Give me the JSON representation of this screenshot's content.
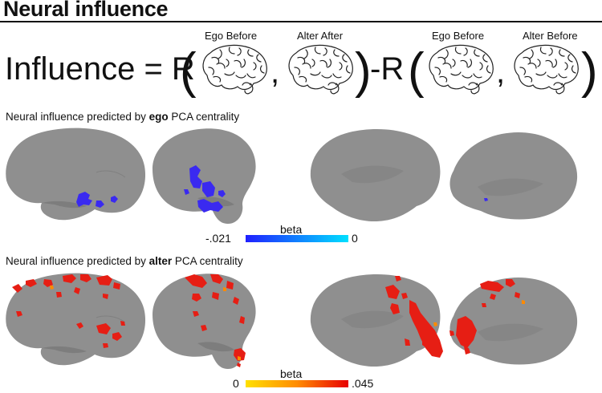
{
  "title": "Neural influence",
  "formula": {
    "lhs": "Influence = R",
    "open_paren": "(",
    "close_paren": ")",
    "minus": "-R",
    "comma": ",",
    "terms": [
      {
        "label": "Ego Before"
      },
      {
        "label": "Alter After"
      },
      {
        "label": "Ego Before"
      },
      {
        "label": "Alter Before"
      }
    ]
  },
  "sections": [
    {
      "prefix": "Neural influence predicted by ",
      "bold": "ego",
      "suffix": " PCA centrality",
      "colorbar": {
        "label": "beta",
        "min_label": "-.021",
        "max_label": "0",
        "colors": [
          "#2020ff",
          "#00e0ff"
        ]
      },
      "activation_color": "#3a2af0"
    },
    {
      "prefix": "Neural influence predicted by ",
      "bold": "alter",
      "suffix": " PCA centrality",
      "colorbar": {
        "label": "beta",
        "min_label": "0",
        "max_label": ".045",
        "colors": [
          "#ffe000",
          "#ff8c00",
          "#e80000"
        ]
      },
      "activation_color": "#e61e14"
    }
  ],
  "colors": {
    "cortex": "#8f8f8f",
    "cortex_shade": "#7d7d7d",
    "text": "#111111"
  }
}
